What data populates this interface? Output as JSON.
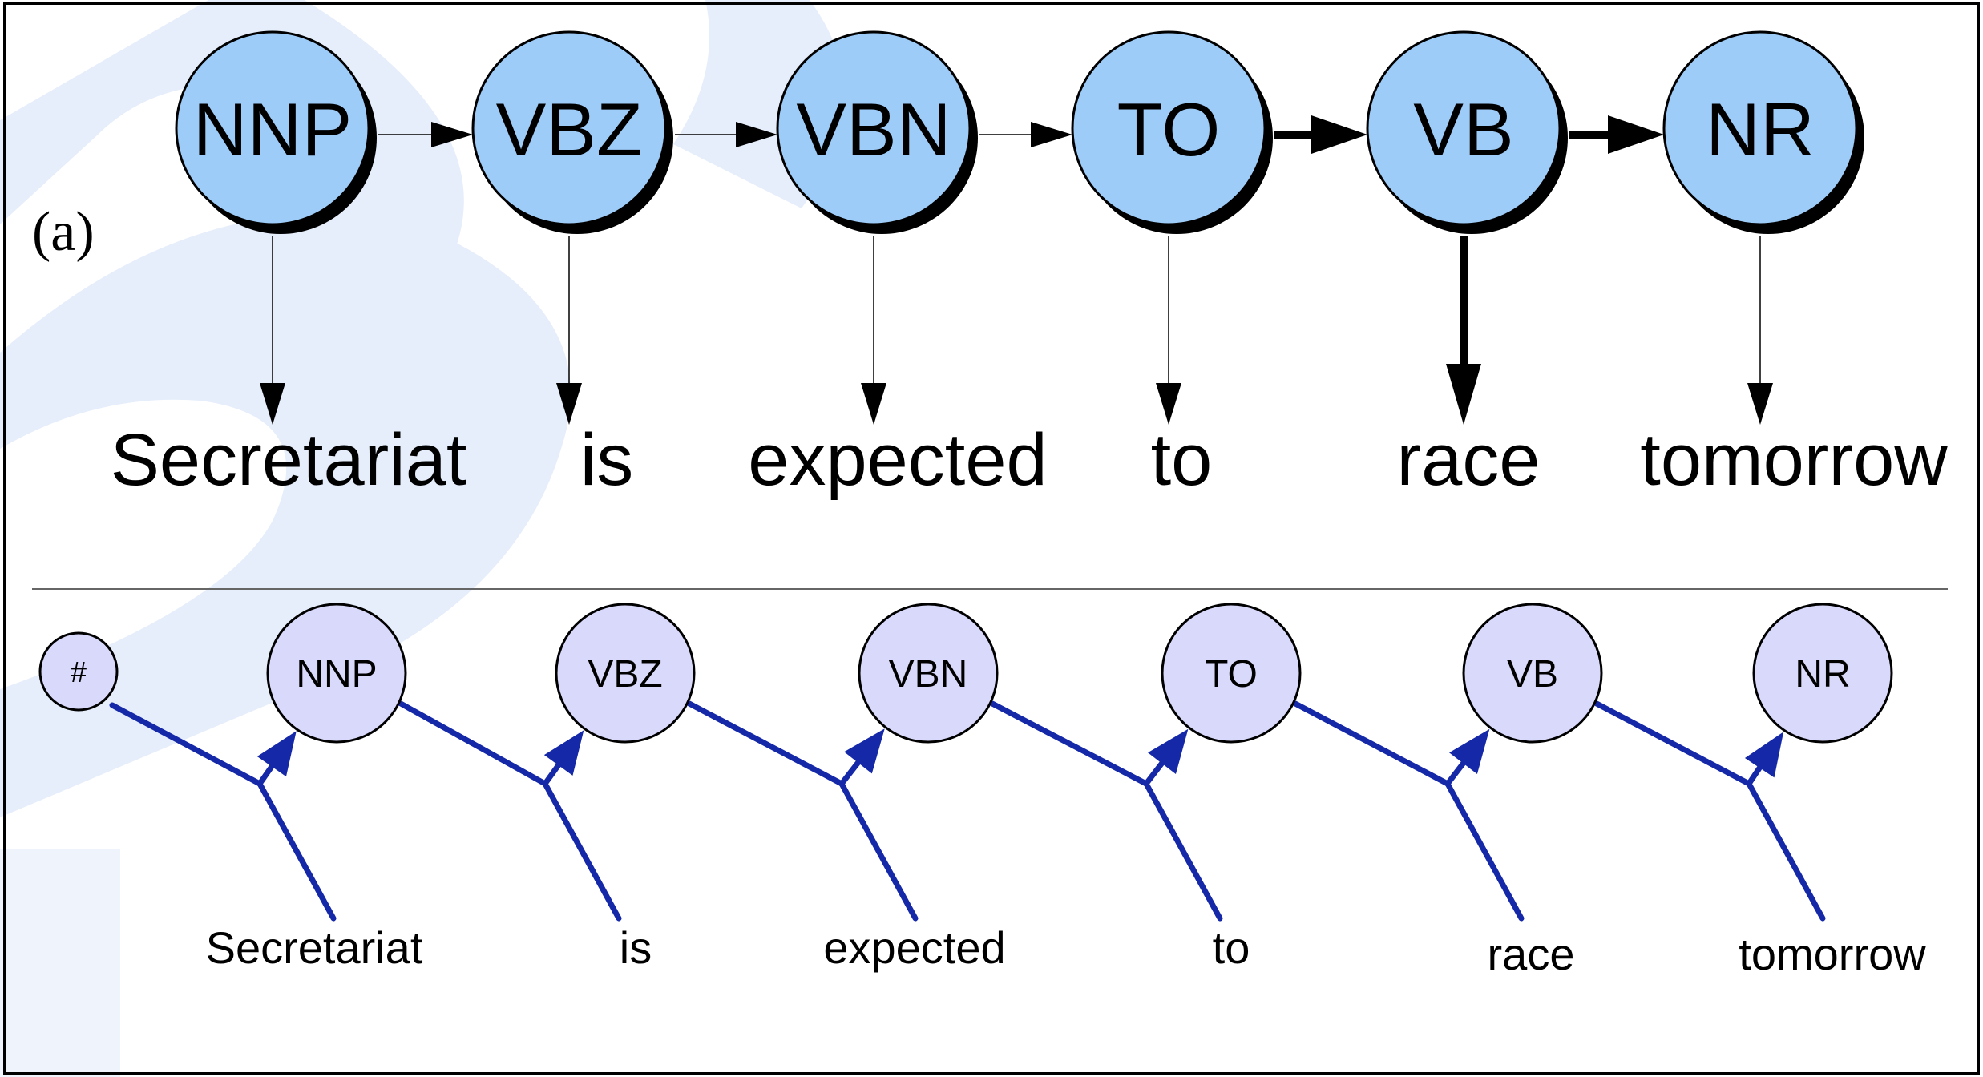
{
  "panel_label": "(a)",
  "top": {
    "tags": [
      "NNP",
      "VBZ",
      "VBN",
      "TO",
      "VB",
      "NR"
    ],
    "words": [
      "Secretariat",
      "is",
      "expected",
      "to",
      "race",
      "tomorrow"
    ],
    "bold_transitions": [
      3,
      4
    ],
    "bold_emissions": [
      4
    ]
  },
  "bottom": {
    "start_symbol": "#",
    "tags": [
      "NNP",
      "VBZ",
      "VBN",
      "TO",
      "VB",
      "NR"
    ],
    "words": [
      "Secretariat",
      "is",
      "expected",
      "to",
      "race",
      "tomorrow"
    ]
  },
  "colors": {
    "top_node_fill": "#9ECCF9",
    "bottom_node_fill": "#D9D9FB",
    "bottom_edge": "#1428A8",
    "watermark": "#E5EDFB"
  }
}
